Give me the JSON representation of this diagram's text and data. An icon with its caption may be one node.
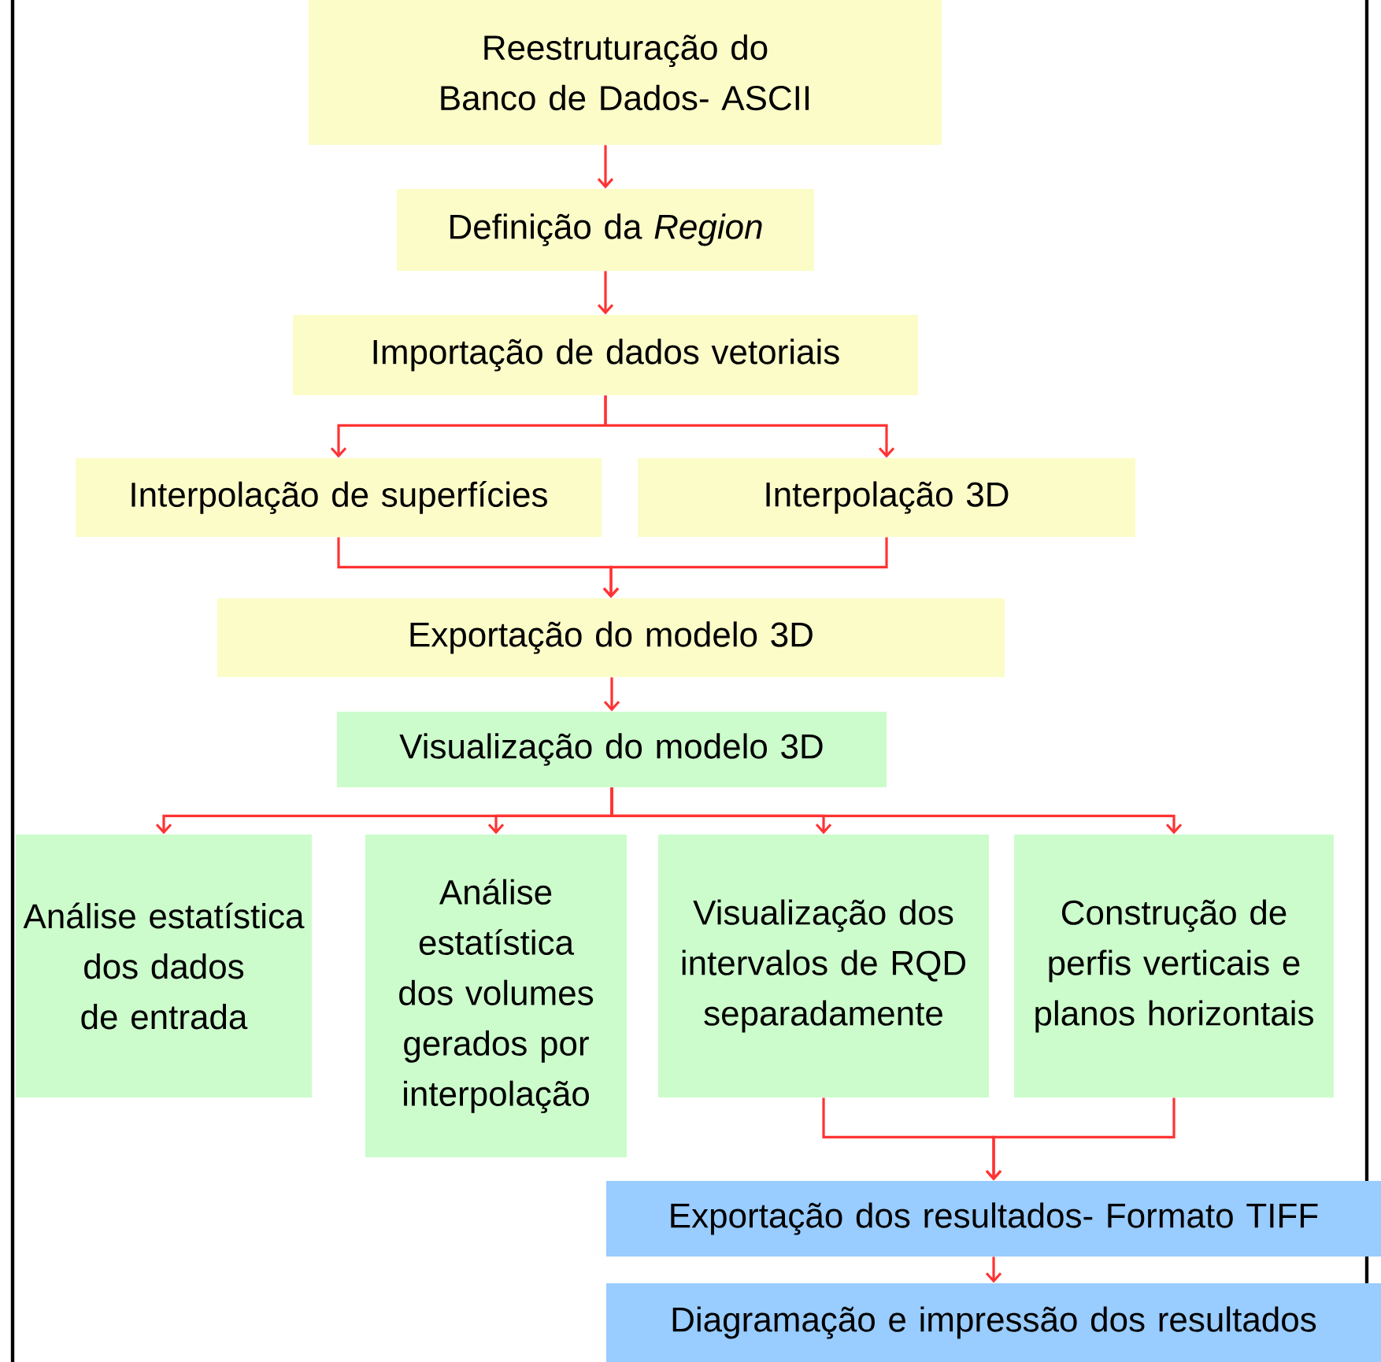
{
  "diagram": {
    "nodes": [
      {
        "text": [
          "Reestruturação do Banco de Dados- ASCII"
        ]
      },
      {
        "text": [
          "Definição da *Region*"
        ]
      },
      {
        "text": [
          "Importação de dados vetoriais"
        ]
      },
      {
        "text": [
          "Interpolação de superfícies"
        ]
      },
      {
        "text": [
          "Interpolação 3D"
        ]
      },
      {
        "text": [
          "Exportação do modelo 3D"
        ]
      },
      {
        "text": [
          "Visualização do modelo 3D"
        ]
      },
      {
        "text": [
          "Análise estatística dos dados de entrada"
        ]
      },
      {
        "text": [
          "Análise estatística dos volumes gerados por interpolação"
        ]
      },
      {
        "text": [
          "Visualização dos intervalos de RQD separadamente"
        ]
      },
      {
        "text": [
          "Construção de perfis verticais e planos horizontais"
        ]
      },
      {
        "text": [
          "Exportação dos resultados- Formato TIFF"
        ]
      },
      {
        "text": [
          "Diagramação e impressão dos resultados"
        ]
      }
    ],
    "edges": [
      {
        "from": 0,
        "to": 1,
        "arrow": "to"
      },
      {
        "from": 1,
        "to": 2,
        "arrow": "to"
      },
      {
        "from": 2,
        "to": 3,
        "arrow": "to"
      },
      {
        "from": 2,
        "to": 4,
        "arrow": "to"
      },
      {
        "from": 3,
        "to": 5,
        "arrow": "to"
      },
      {
        "from": 4,
        "to": 5,
        "arrow": "to"
      },
      {
        "from": 5,
        "to": 6,
        "arrow": "to"
      },
      {
        "from": 6,
        "to": 7,
        "arrow": "to"
      },
      {
        "from": 6,
        "to": 8,
        "arrow": "to"
      },
      {
        "from": 6,
        "to": 9,
        "arrow": "to"
      },
      {
        "from": 6,
        "to": 10,
        "arrow": "to"
      },
      {
        "from": 9,
        "to": 11,
        "arrow": "to"
      },
      {
        "from": 10,
        "to": 11,
        "arrow": "to"
      },
      {
        "from": 11,
        "to": 12,
        "arrow": "to"
      }
    ]
  }
}
